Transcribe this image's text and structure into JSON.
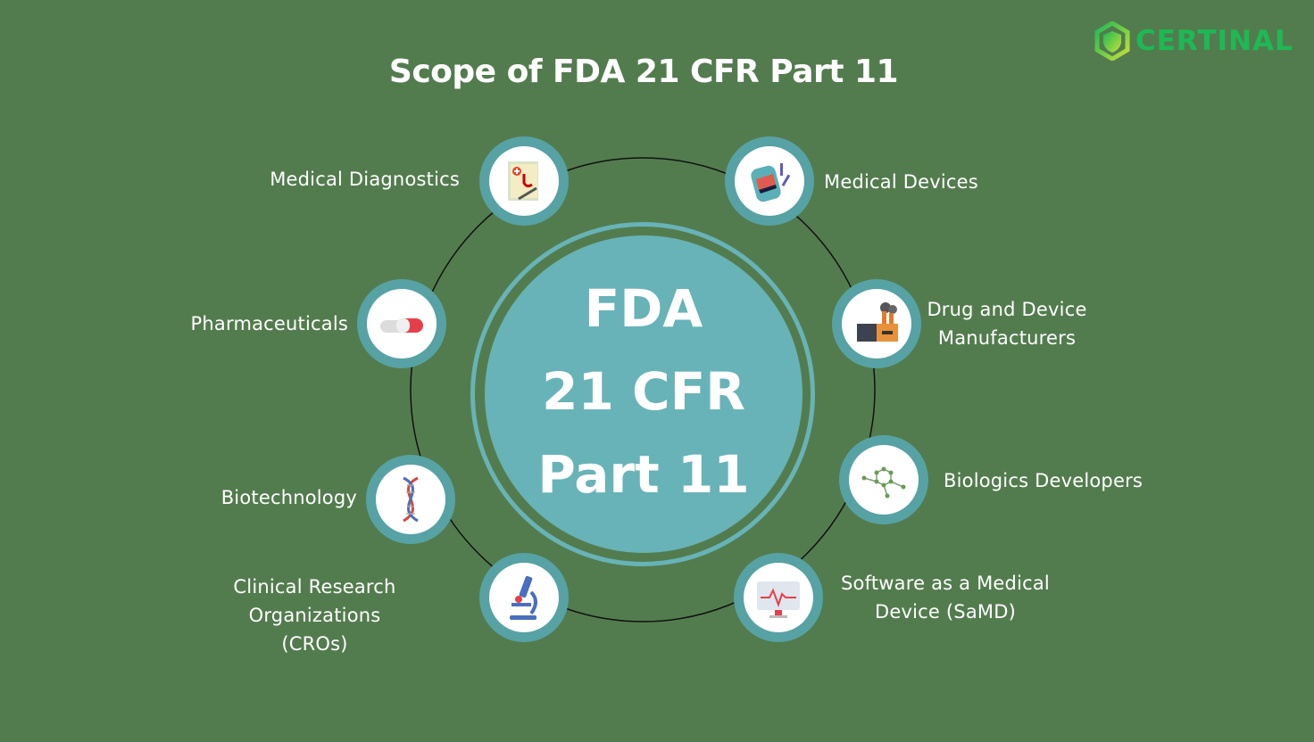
{
  "title": "Scope of  FDA 21 CFR Part 11",
  "logo": {
    "text": "CERTINAL"
  },
  "center": {
    "line1": "FDA",
    "line2": "21 CFR",
    "line3": "Part 11"
  },
  "items": [
    {
      "label": "Medical Diagnostics",
      "icon": "clipboard-stethoscope-icon"
    },
    {
      "label": "Medical Devices",
      "icon": "glucose-meter-icon"
    },
    {
      "label": "Pharmaceuticals",
      "icon": "pill-capsule-icon"
    },
    {
      "label_line1": "Drug and Device",
      "label_line2": "Manufacturers",
      "icon": "factory-icon"
    },
    {
      "label": "Biotechnology",
      "icon": "dna-icon"
    },
    {
      "label": "Biologics Developers",
      "icon": "molecule-icon"
    },
    {
      "label_line1": "Clinical Research Organizations",
      "label_line2": "(CROs)",
      "icon": "microscope-icon"
    },
    {
      "label_line1": "Software as a Medical",
      "label_line2": "Device (SaMD)",
      "icon": "heart-monitor-icon"
    }
  ],
  "colors": {
    "background": "#537c4e",
    "teal": "#57a2a4",
    "center": "#67b3b8",
    "logo": "#1db954"
  }
}
